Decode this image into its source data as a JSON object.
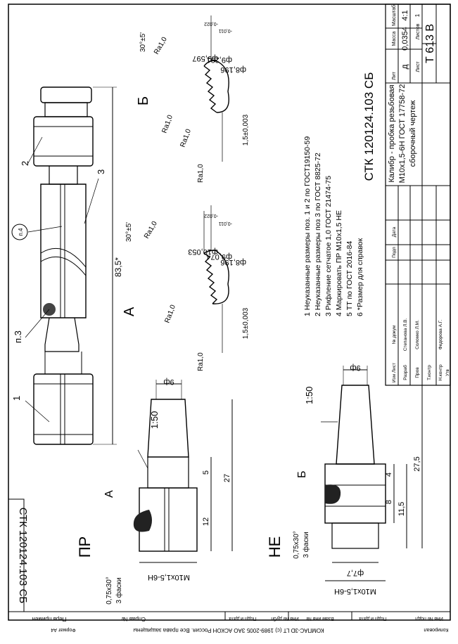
{
  "doc_code": "СТК 120124.103 СБ",
  "notes": [
    "1 Неуказанные размеры поз. 1 и 2 по ГОСТ19150-59",
    "2 Неуказанные размеры поз 3 по ГОСТ 8825-72",
    "3 Рифление сетчатое 1,0 ГОСТ 21474-75",
    "4 Маркировать ПР M10x1,5 НЕ",
    "5 ТТ по ГОСТ 2016-84",
    "6 *Размер для справок"
  ],
  "title_block": {
    "code": "СТК 120124.103 СБ",
    "name_lines": [
      "Калибр - пробка резьбовая",
      "M10x1,5-6H ГОСТ 17758-72",
      "сборочный чертеж"
    ],
    "header_labels": [
      "Лит",
      "Масса",
      "Масштаб"
    ],
    "letter": "д",
    "mass": "0,0354",
    "scale": "4:1",
    "sheet_label": "Лист",
    "sheets_label": "Листов",
    "sheets_value": "1",
    "org": "Т 613 В",
    "rows": [
      {
        "role": "Изм Лист",
        "name": "№ докум",
        "sign": "Подп",
        "date": "Дата"
      },
      {
        "role": "Разраб",
        "name": "Степанова Л.В.",
        "sign": "",
        "date": ""
      },
      {
        "role": "Пров",
        "name": "Соломко Л.М.",
        "sign": "",
        "date": ""
      },
      {
        "role": "Т.контр",
        "name": "",
        "sign": "",
        "date": ""
      },
      {
        "role": "Н.контр",
        "name": "Федорова А.Г.",
        "sign": "",
        "date": ""
      },
      {
        "role": "Утв",
        "name": "",
        "sign": "",
        "date": ""
      }
    ]
  },
  "side_stamps": [
    "Перв примен",
    "Справ №",
    "Подп и дата",
    "Инв № дубл",
    "Взам инв №",
    "Подп и дата",
    "Инв № подл"
  ],
  "footer_text": "КОМПАС-3D LT (с) 1989-2005 ЗАО АСКОН Россия. Все права защищены",
  "footer_copy": "Копировал",
  "footer_format": "Формат A4",
  "views": {
    "assembly": {
      "callouts": [
        "1",
        "2",
        "3",
        "п.3",
        "п.4"
      ],
      "length": "83,5*"
    },
    "pr": {
      "label": "ПР",
      "thread": "M10x1,5-6H",
      "chamfer": "0,75x30°",
      "chamfer_count": "3 фаски",
      "dia": "9ф",
      "taper": "1:50",
      "section": "А",
      "dims": [
        "5",
        "27",
        "12"
      ]
    },
    "ne": {
      "label": "НЕ",
      "thread": "M10x1,5-6H",
      "chamfer": "0,75x30°",
      "chamfer_count": "3 фаски",
      "dia": "9ф",
      "dia2": "ф7,7",
      "taper": "1:50",
      "section": "Б",
      "dims": [
        "4",
        "8",
        "11,5",
        "27,5"
      ]
    },
    "detail_a": {
      "label": "А",
      "angle": "30°±5'",
      "ra": "Ra1,0",
      "d1": "ф10,053",
      "d1_tol": "-0,022",
      "d2": "ф9,074",
      "d2_tol": "-0,011",
      "d3": "ф8,196",
      "step": "1,5±0,003"
    },
    "detail_b": {
      "label": "Б",
      "angle": "30°±5'",
      "ra": "Ra1,0",
      "d1": "ф9,597",
      "d1_tol": "-0,022",
      "d2": "ф9,291",
      "d2_tol": "-0,011",
      "d3": "ф8,196",
      "step": "1,5±0,003"
    }
  }
}
